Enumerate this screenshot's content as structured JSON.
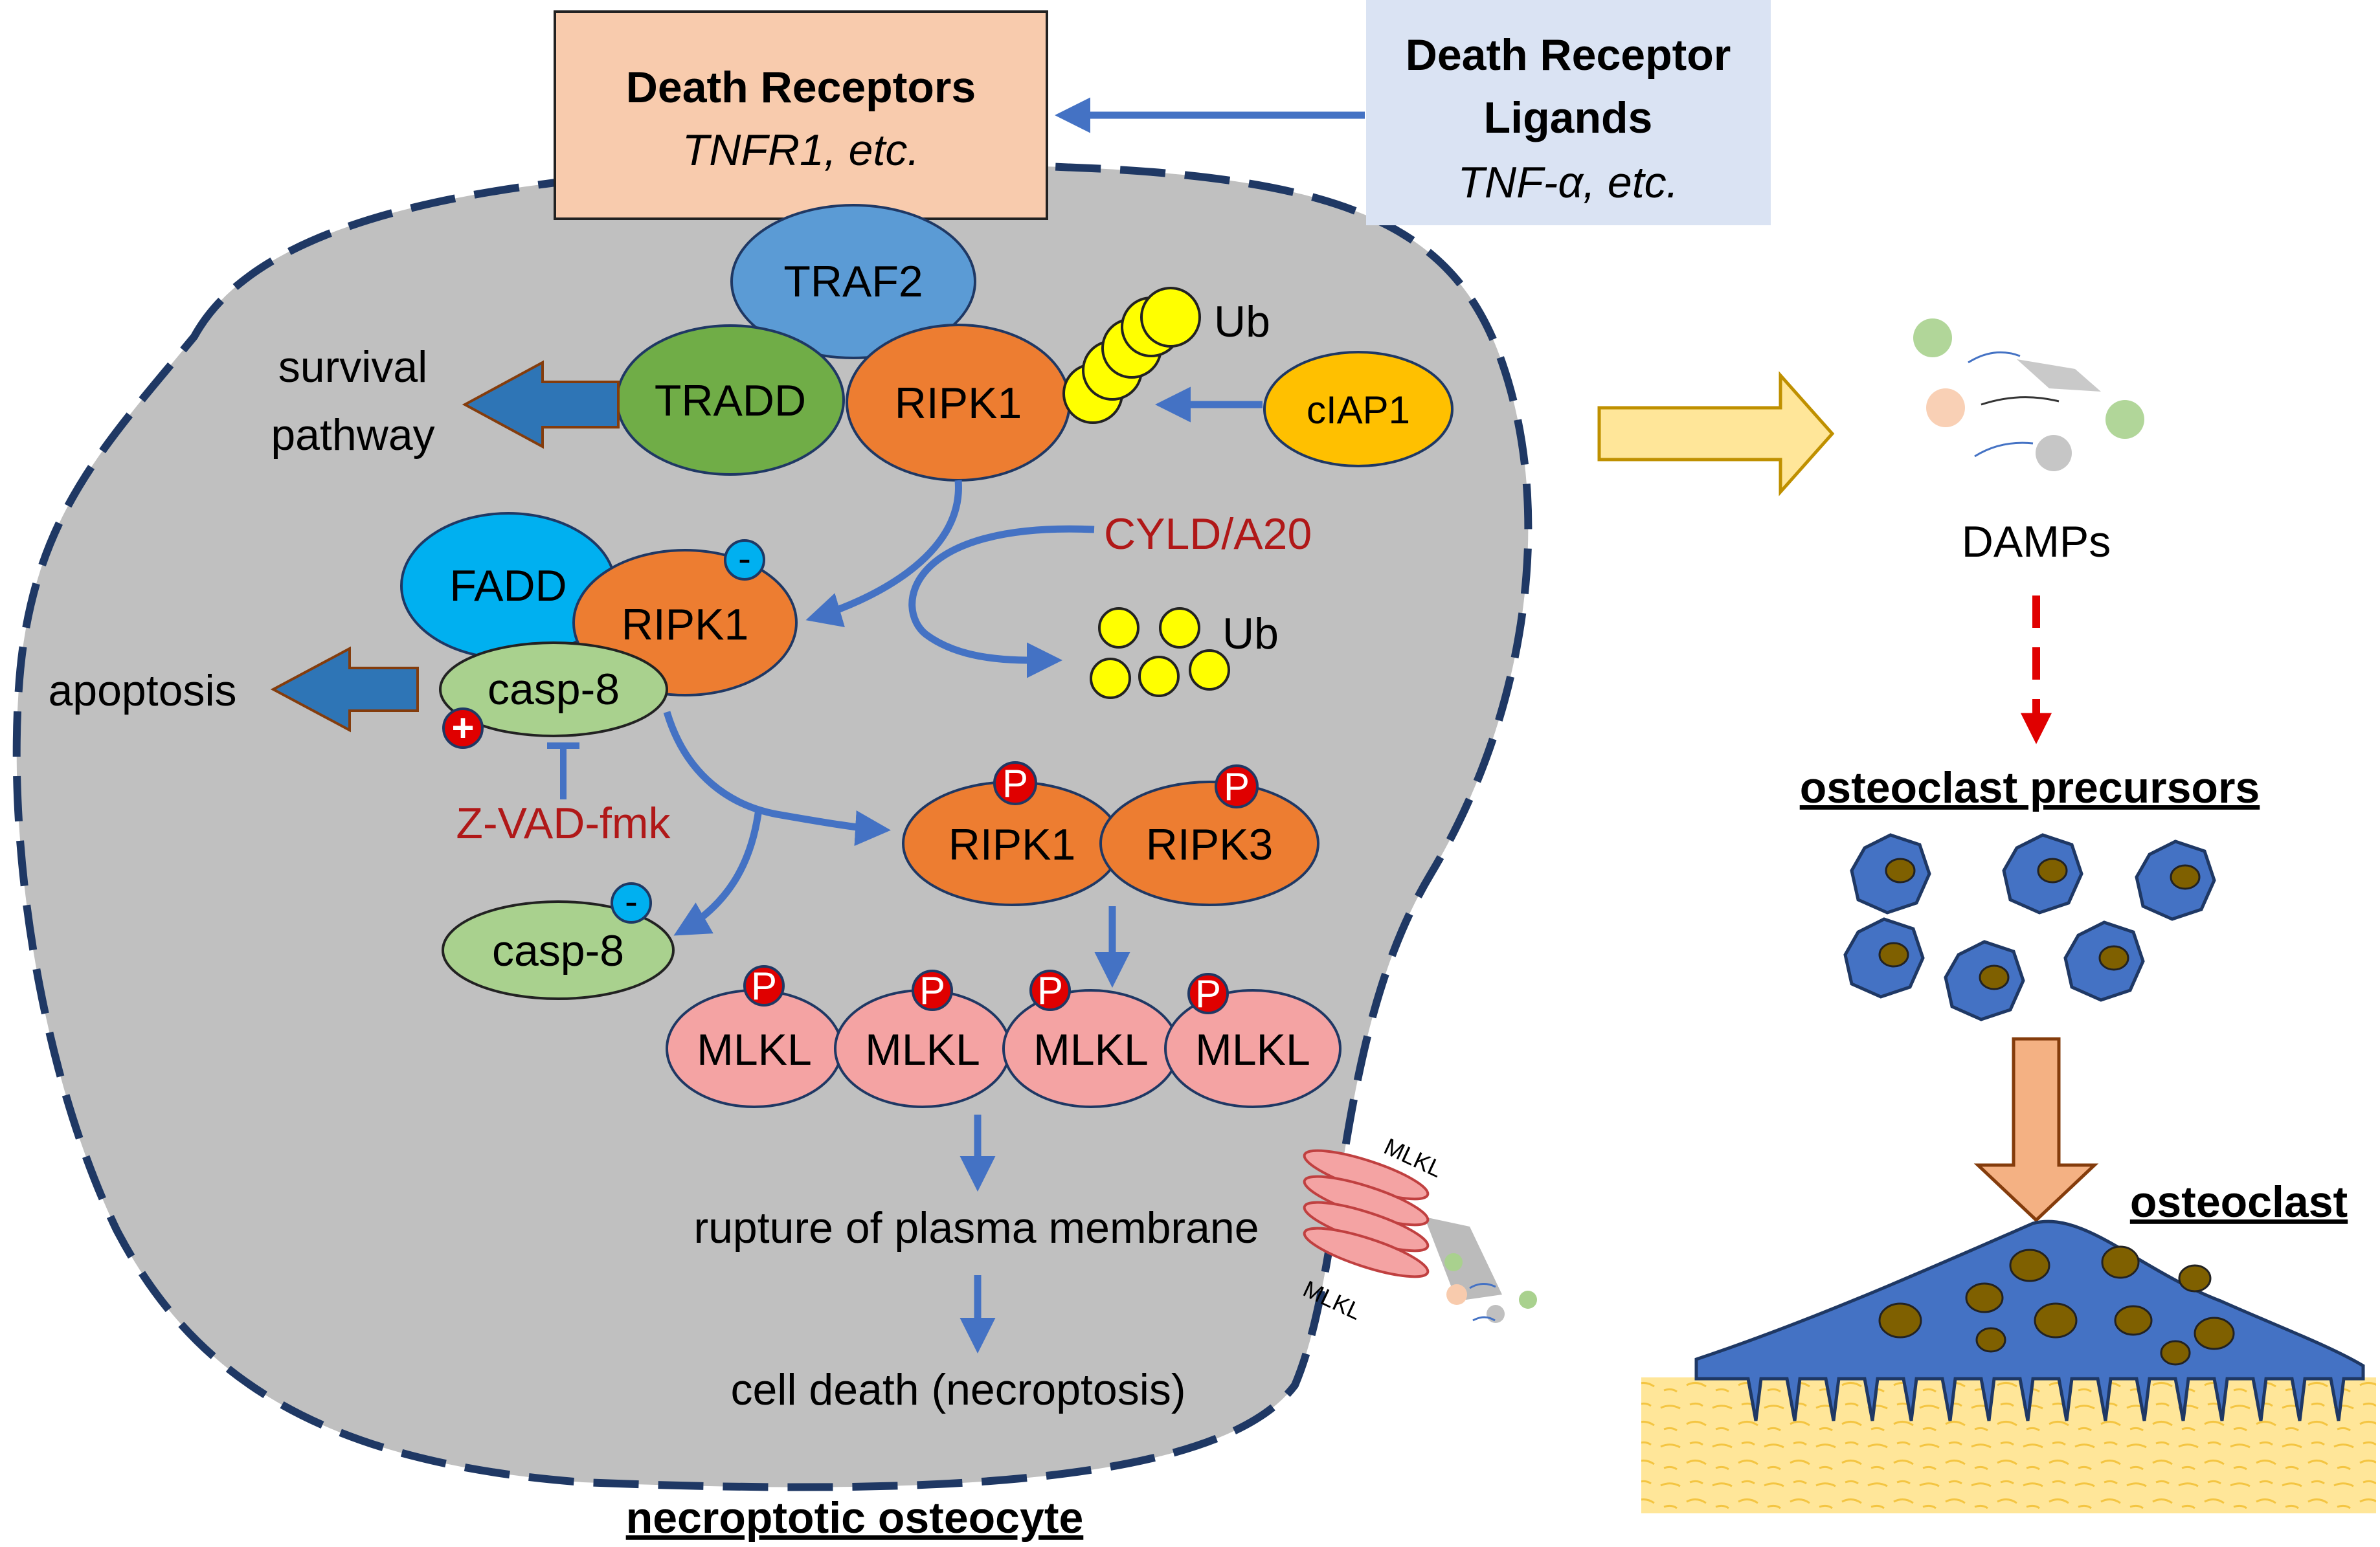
{
  "receptor_box": {
    "title": "Death Receptors",
    "subtitle": "TNFR1, etc."
  },
  "ligand_box": {
    "title_line1": "Death Receptor",
    "title_line2": "Ligands",
    "subtitle": "TNF-α, etc."
  },
  "complex1": {
    "traf2": "TRAF2",
    "tradd": "TRADD",
    "ripk1": "RIPK1",
    "ub": "Ub",
    "ciap1": "cIAP1"
  },
  "survival": {
    "line1": "survival",
    "line2": "pathway"
  },
  "deubiquitinase": "CYLD/A20",
  "complex2": {
    "fadd": "FADD",
    "ripk1": "RIPK1",
    "casp8": "casp-8",
    "ub": "Ub",
    "minus": "-",
    "plus": "+"
  },
  "apoptosis": "apoptosis",
  "inhibitor": "Z-VAD-fmk",
  "casp8_inactive": "casp-8",
  "necrosome": {
    "ripk1": "RIPK1",
    "ripk3": "RIPK3",
    "p": "P"
  },
  "mlkl": [
    "MLKL",
    "MLKL",
    "MLKL",
    "MLKL"
  ],
  "pore_labels": {
    "top": "MLKL",
    "bottom": "MLKL"
  },
  "rupture": "rupture of plasma membrane",
  "cell_death": "cell death (necroptosis)",
  "osteocyte_label": "necroptotic osteocyte",
  "damps": "DAMPs",
  "precursors_label": "osteoclast precursors",
  "osteoclast_label": "osteoclast",
  "colors": {
    "cell": "#c0c0c0",
    "cell_border": "#1f3864",
    "receptor_fill": "#f8cbad",
    "ligand_fill": "#dae3f3",
    "traf2": "#5b9bd5",
    "tradd": "#70ad47",
    "ripk1": "#ed7d31",
    "ciap1": "#ffc000",
    "ub": "#ffff00",
    "fadd": "#00b0f0",
    "casp8": "#a9d18e",
    "mlkl": "#f4a3a3",
    "phospho": "#e00000",
    "arrow": "#4472c4",
    "red_text": "#b01818",
    "osteoclast": "#4472c4",
    "nucleus": "#7f6000",
    "bone": "#ffe699"
  }
}
